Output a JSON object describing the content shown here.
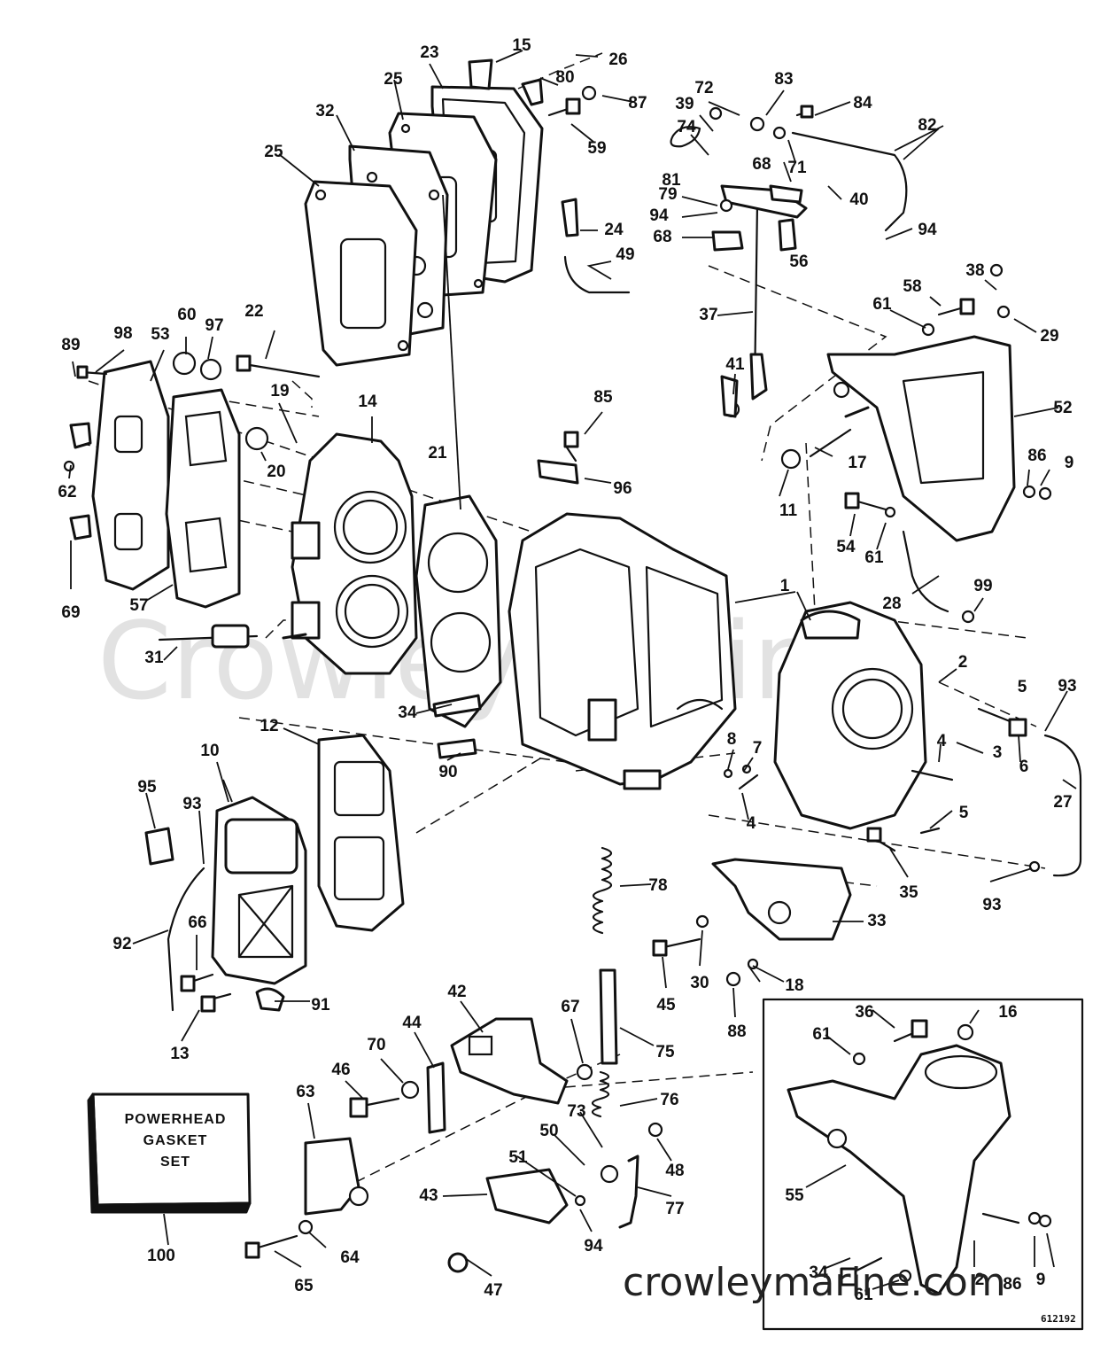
{
  "diagram": {
    "part_numbers": {
      "p1": "1",
      "p2": "2",
      "p2b": "2",
      "p3": "3",
      "p4": "4",
      "p4b": "4",
      "p5": "5",
      "p5b": "5",
      "p6": "6",
      "p7": "7",
      "p8": "8",
      "p9": "9",
      "p9b": "9",
      "p10": "10",
      "p11": "11",
      "p12": "12",
      "p13": "13",
      "p14": "14",
      "p15": "15",
      "p16": "16",
      "p17": "17",
      "p18": "18",
      "p19": "19",
      "p20": "20",
      "p21": "21",
      "p22": "22",
      "p23": "23",
      "p24": "24",
      "p25": "25",
      "p25b": "25",
      "p26": "26",
      "p27": "27",
      "p28": "28",
      "p29": "29",
      "p30": "30",
      "p31": "31",
      "p32": "32",
      "p33": "33",
      "p34": "34",
      "p34b": "34",
      "p35": "35",
      "p36": "36",
      "p37": "37",
      "p38": "38",
      "p39": "39",
      "p40": "40",
      "p41": "41",
      "p42": "42",
      "p43": "43",
      "p44": "44",
      "p45": "45",
      "p46": "46",
      "p47": "47",
      "p48": "48",
      "p49": "49",
      "p50": "50",
      "p51": "51",
      "p52": "52",
      "p53": "53",
      "p54": "54",
      "p55": "55",
      "p56": "56",
      "p57": "57",
      "p58": "58",
      "p59": "59",
      "p60": "60",
      "p61": "61",
      "p61b": "61",
      "p61c": "61",
      "p61d": "61",
      "p62": "62",
      "p63": "63",
      "p64": "64",
      "p65": "65",
      "p66": "66",
      "p67": "67",
      "p68": "68",
      "p68b": "68",
      "p69": "69",
      "p70": "70",
      "p71": "71",
      "p72": "72",
      "p73": "73",
      "p74": "74",
      "p75": "75",
      "p76": "76",
      "p77": "77",
      "p78": "78",
      "p79": "79",
      "p80": "80",
      "p81": "81",
      "p82": "82",
      "p83": "83",
      "p84": "84",
      "p85": "85",
      "p86": "86",
      "p86b": "86",
      "p87": "87",
      "p88": "88",
      "p89": "89",
      "p90": "90",
      "p91": "91",
      "p92": "92",
      "p93": "93",
      "p93b": "93",
      "p93c": "93",
      "p94": "94",
      "p94b": "94",
      "p94c": "94",
      "p95": "95",
      "p96": "96",
      "p97": "97",
      "p98": "98",
      "p99": "99",
      "p100": "100"
    },
    "gasket_box": {
      "line1": "POWERHEAD",
      "line2": "GASKET",
      "line3": "SET"
    },
    "watermark": "CrowleyMarine",
    "site_url": "crowleymarine.com",
    "figure_code": "612192"
  }
}
